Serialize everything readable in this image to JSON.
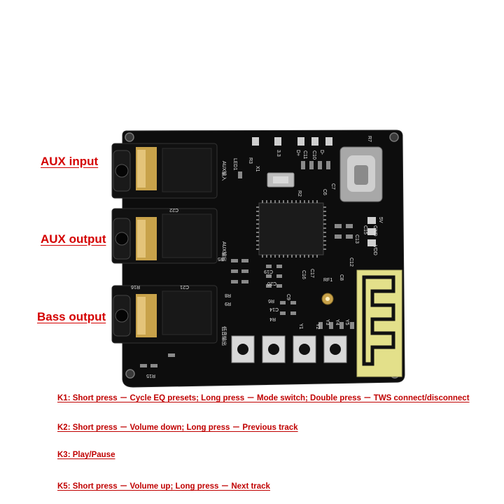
{
  "callouts": {
    "aux_input": "AUX input",
    "aux_output": "AUX output",
    "bass_output": "Bass output"
  },
  "legend": {
    "k1": "K1: Short press － Cycle EQ presets;  Long press － Mode switch;  Double press － TWS connect/disconnect",
    "k2": "K2: Short press － Volume down;  Long press － Previous track",
    "k3": "K3: Play/Pause",
    "k5": "K5: Short press － Volume up;  Long press － Next track"
  },
  "colors": {
    "label_red": "#d40000",
    "pcb_black": "#0d0d0d",
    "jack_gold": "#c8a24a",
    "antenna_yellow": "#e3e08a"
  },
  "board": {
    "ic_marking": "",
    "silkscreen": [
      "AUX输入",
      "C22",
      "C21",
      "R16",
      "R15",
      "LED1",
      "R3",
      "X1",
      "R2",
      "C11",
      "C10",
      "C6",
      "C7",
      "C8",
      "C12",
      "C13",
      "C14",
      "C15",
      "C16",
      "C17",
      "C19",
      "C20",
      "C9",
      "R5",
      "R6",
      "R7",
      "R8",
      "R9",
      "R4",
      "RF1",
      "Y1",
      "Y2",
      "Y3",
      "Y4",
      "Y5",
      "GND",
      "5V",
      "VDD",
      "3.3",
      "D+",
      "D-",
      "AUX输出",
      "低音输出"
    ]
  }
}
